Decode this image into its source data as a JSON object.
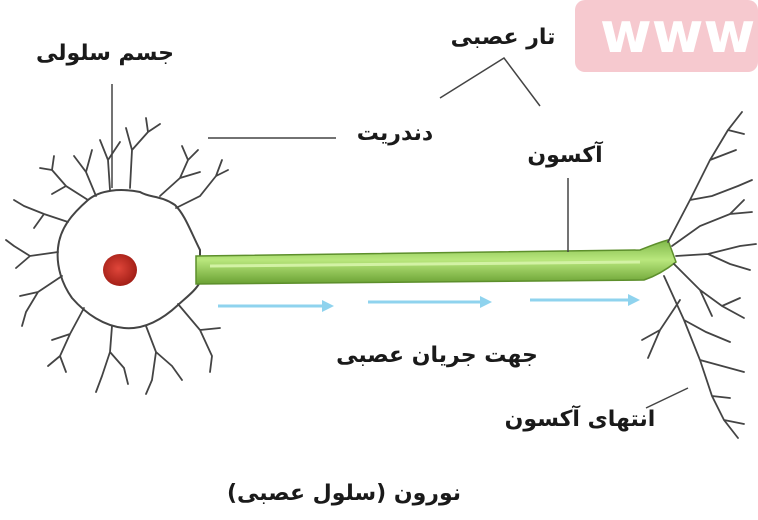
{
  "watermark": {
    "text": "www",
    "color": "#f6c9cf"
  },
  "colors": {
    "axon": "#a6d96a",
    "axon_dark": "#6aa133",
    "nucleus": "#c0281e",
    "arrow": "#8fd3ee",
    "line": "#444444"
  },
  "labels": {
    "cell_body": "جسم سلولی",
    "nerve_fiber": "تار عصبی",
    "dendrite": "دندریت",
    "axon": "آکسون",
    "impulse_direction": "جهت جریان عصبی",
    "axon_terminal": "انتهای آکسون",
    "caption": "نورون (سلول عصبی)"
  }
}
